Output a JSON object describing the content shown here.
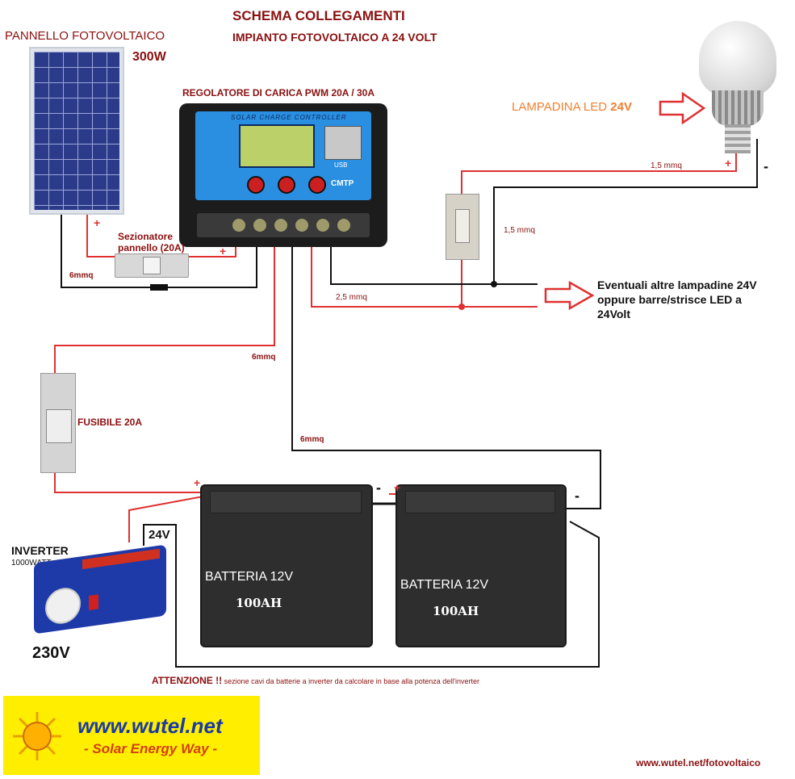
{
  "header": {
    "title": "SCHEMA COLLEGAMENTI",
    "subtitle": "IMPIANTO FOTOVOLTAICO A 24 VOLT"
  },
  "panel": {
    "label": "PANNELLO FOTOVOLTAICO",
    "power": "300W"
  },
  "controller": {
    "label": "REGOLATORE DI CARICA PWM 20A  / 30A",
    "screen_title": "SOLAR CHARGE CONTROLLER",
    "brand": "CMTP",
    "usb_label": "USB"
  },
  "bulb": {
    "label_prefix": "LAMPADINA LED ",
    "label_voltage": "24V"
  },
  "disconnector": {
    "label_line1": "Sezionatore",
    "label_line2": "pannello (20A)"
  },
  "fuse": {
    "label": "FUSIBILE 20A"
  },
  "inverter": {
    "label": "INVERTER",
    "sublabel": "1000WATT",
    "output": "230V",
    "input": "24V"
  },
  "batteries": [
    {
      "label": "BATTERIA 12V",
      "capacity": "100AH"
    },
    {
      "label": "BATTERIA 12V",
      "capacity": "100AH"
    }
  ],
  "extra_loads": {
    "line1": "Eventuali altre lampadine 24V",
    "line2": "oppure barre/strisce LED a",
    "line3": "24Volt"
  },
  "wire_labels": {
    "w_15_top": "1,5 mmq",
    "w_15_mid": "1,5 mmq",
    "w_25": "2,5 mmq",
    "w_6_panel": "6mmq",
    "w_6_fuse": "6mmq",
    "w_6_batt": "6mmq"
  },
  "polarity": {
    "plus": "+",
    "minus": "-"
  },
  "warning": {
    "bold": "ATTENZIONE !!",
    "text": " sezione cavi da batterie a inverter da calcolare in base alla potenza dell'inverter"
  },
  "logo": {
    "url": "www.wutel.net",
    "tagline": "- Solar Energy Way -"
  },
  "footer": {
    "link": "www.wutel.net/fotovoltaico"
  },
  "colors": {
    "red_wire": "#e03030",
    "black_wire": "#111111",
    "title_red": "#8b1010",
    "logo_yellow": "#ffee00",
    "logo_blue": "#1a3aa8",
    "controller_blue": "#2a8fe0"
  }
}
